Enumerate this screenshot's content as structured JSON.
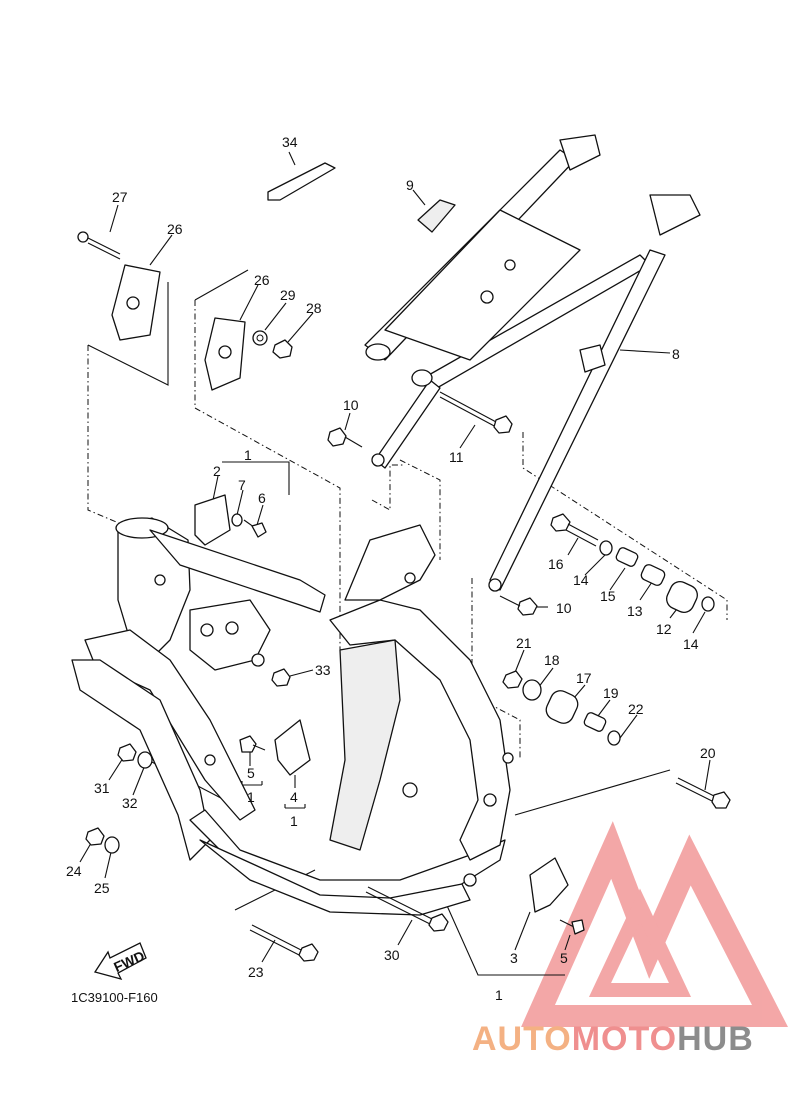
{
  "diagram": {
    "drawing_code": "1C39100-F160",
    "fwd_label": "FWD",
    "callouts": [
      {
        "id": "c34",
        "text": "34"
      },
      {
        "id": "c9",
        "text": "9"
      },
      {
        "id": "c27",
        "text": "27"
      },
      {
        "id": "c26a",
        "text": "26"
      },
      {
        "id": "c26b",
        "text": "26"
      },
      {
        "id": "c29",
        "text": "29"
      },
      {
        "id": "c28",
        "text": "28"
      },
      {
        "id": "c8",
        "text": "8"
      },
      {
        "id": "c10a",
        "text": "10"
      },
      {
        "id": "c11",
        "text": "11"
      },
      {
        "id": "c1a",
        "text": "1"
      },
      {
        "id": "c2",
        "text": "2"
      },
      {
        "id": "c7",
        "text": "7"
      },
      {
        "id": "c6",
        "text": "6"
      },
      {
        "id": "c16",
        "text": "16"
      },
      {
        "id": "c14a",
        "text": "14"
      },
      {
        "id": "c15",
        "text": "15"
      },
      {
        "id": "c13",
        "text": "13"
      },
      {
        "id": "c12",
        "text": "12"
      },
      {
        "id": "c14b",
        "text": "14"
      },
      {
        "id": "c10b",
        "text": "10"
      },
      {
        "id": "c21",
        "text": "21"
      },
      {
        "id": "c18",
        "text": "18"
      },
      {
        "id": "c17",
        "text": "17"
      },
      {
        "id": "c19",
        "text": "19"
      },
      {
        "id": "c22",
        "text": "22"
      },
      {
        "id": "c33",
        "text": "33"
      },
      {
        "id": "c20",
        "text": "20"
      },
      {
        "id": "c31",
        "text": "31"
      },
      {
        "id": "c32",
        "text": "32"
      },
      {
        "id": "c5a",
        "text": "5"
      },
      {
        "id": "c1b",
        "text": "1"
      },
      {
        "id": "c4",
        "text": "4"
      },
      {
        "id": "c1c",
        "text": "1"
      },
      {
        "id": "c24",
        "text": "24"
      },
      {
        "id": "c25",
        "text": "25"
      },
      {
        "id": "c23",
        "text": "23"
      },
      {
        "id": "c30",
        "text": "30"
      },
      {
        "id": "c3",
        "text": "3"
      },
      {
        "id": "c5b",
        "text": "5"
      },
      {
        "id": "c1d",
        "text": "1"
      }
    ]
  },
  "watermark": {
    "part1": "AUTO",
    "part2": "MOTO",
    "part3": "HUB",
    "colors": {
      "auto": "#f4b183",
      "moto": "#ef8f8f",
      "hub": "#8c8c8c",
      "logo": "#f08a8a"
    }
  }
}
